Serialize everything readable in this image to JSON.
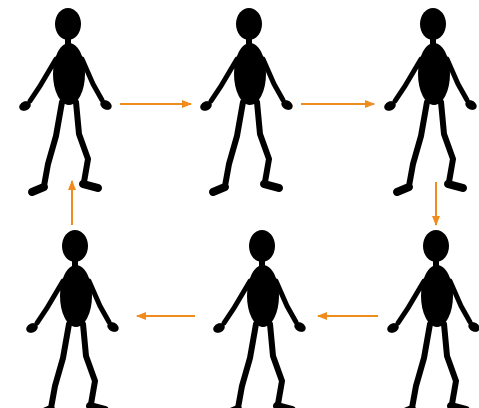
{
  "diagram": {
    "type": "walk-cycle-sequence",
    "frame_count": 6,
    "sequence_order": [
      1,
      2,
      3,
      4,
      5,
      6
    ],
    "arrow_color": "#f08c1e",
    "figure_color": "#000000",
    "background_color": "#ffffff"
  }
}
